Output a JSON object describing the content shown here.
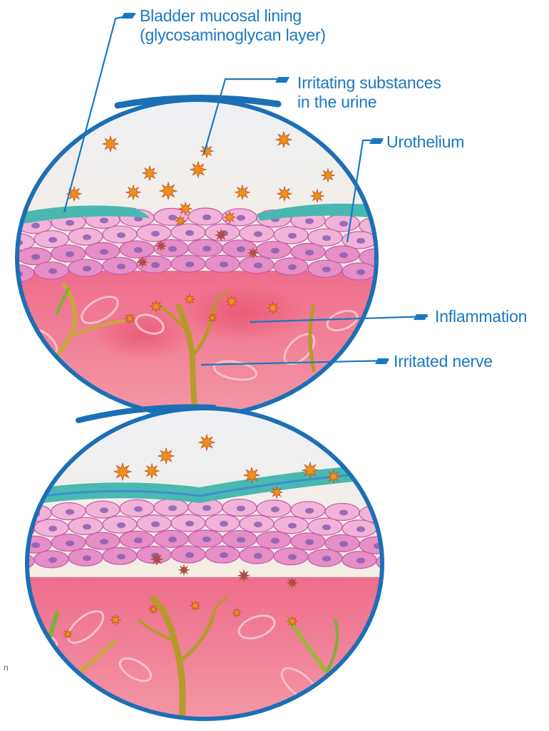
{
  "labels": {
    "mucosal_lining": {
      "line1": "Bladder mucosal lining",
      "line2": "(glycosaminoglycan layer)"
    },
    "irritants": {
      "line1": "Irritating substances",
      "line2": "in the urine"
    },
    "urothelium": "Urothelium",
    "inflammation": "Inflammation",
    "irritated_nerve": "Irritated nerve"
  },
  "edge_fragment": "n",
  "colors": {
    "label_blue": "#1a78c2",
    "circle_outline": "#1c6fb5",
    "gag_layer": "#49b8b0",
    "cell_pink": "#e58fc6",
    "nucleus_purple": "#8a5fb0",
    "tissue_red": "#ec6f88",
    "nerve": "#b79a2a",
    "irritant_orange": "#f0901c"
  },
  "panels": [
    {
      "name": "damaged-lining-panel",
      "gag_layer_intact": false
    },
    {
      "name": "intact-lining-panel",
      "gag_layer_intact": true
    }
  ]
}
